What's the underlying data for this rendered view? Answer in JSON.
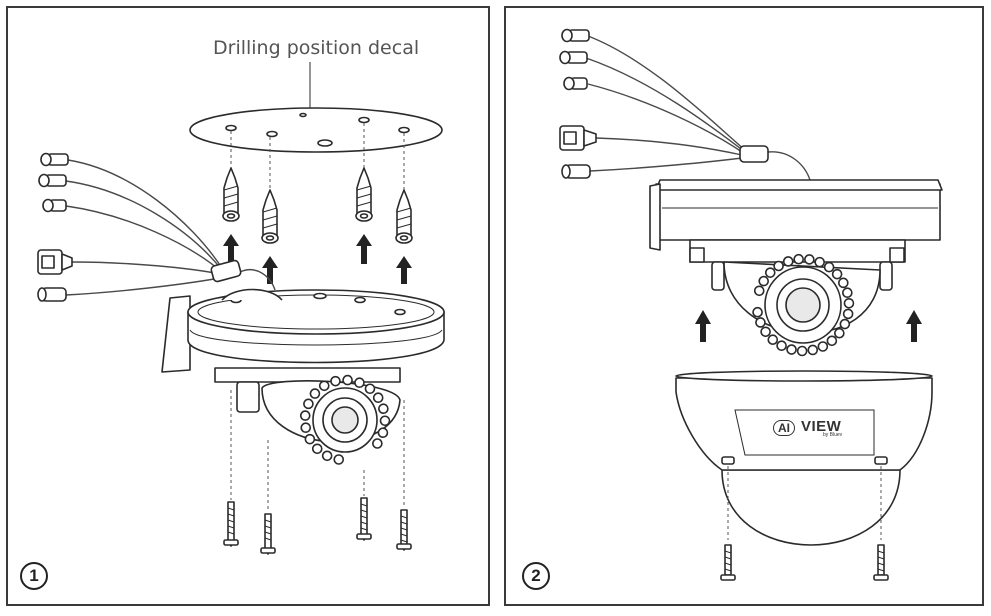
{
  "callout": {
    "drilling_decal": "Drilling position decal"
  },
  "steps": [
    {
      "badge": "1"
    },
    {
      "badge": "2"
    }
  ],
  "logo": {
    "ai": "AI",
    "view": "VIEW",
    "by": "by Bluev"
  },
  "colors": {
    "line": "#2b2b2b",
    "frame": "#3a3a3a",
    "callout_text": "#555555"
  },
  "icons": [
    "up-arrow-icon",
    "screw-icon",
    "wall-anchor-icon",
    "bnc-connector-icon",
    "ethernet-connector-icon"
  ]
}
